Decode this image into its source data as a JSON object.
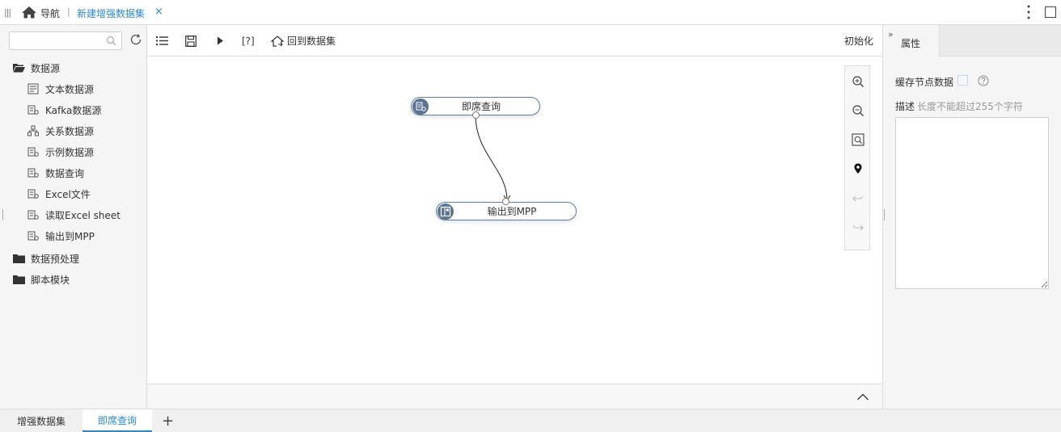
{
  "topbar": {
    "nav_label": "导航",
    "separator": "|",
    "active_tab": "新建增强数据集",
    "close_glyph": "×"
  },
  "left": {
    "search": {
      "value": "",
      "placeholder": ""
    },
    "tree": [
      {
        "label": "数据源",
        "type": "folder-open",
        "icon": "folder-open-icon"
      },
      {
        "label": "文本数据源",
        "type": "child",
        "icon": "text-datasource-icon"
      },
      {
        "label": "Kafka数据源",
        "type": "child",
        "icon": "datasource-icon"
      },
      {
        "label": "关系数据源",
        "type": "child",
        "icon": "relation-datasource-icon"
      },
      {
        "label": "示例数据源",
        "type": "child",
        "icon": "datasource-icon"
      },
      {
        "label": "数据查询",
        "type": "child",
        "icon": "datasource-icon"
      },
      {
        "label": "Excel文件",
        "type": "child",
        "icon": "datasource-icon"
      },
      {
        "label": "读取Excel sheet",
        "type": "child",
        "icon": "datasource-icon"
      },
      {
        "label": "输出到MPP",
        "type": "child",
        "icon": "datasource-icon"
      },
      {
        "label": "数据预处理",
        "type": "folder",
        "icon": "folder-icon"
      },
      {
        "label": "脚本模块",
        "type": "folder",
        "icon": "folder-icon"
      }
    ]
  },
  "toolbar": {
    "bracket_label": "[?]",
    "back_label": "回到数据集",
    "init_label": "初始化"
  },
  "canvas": {
    "nodes": [
      {
        "label": "即席查询",
        "icon": "query-node-icon"
      },
      {
        "label": "输出到MPP",
        "icon": "output-node-icon"
      }
    ]
  },
  "right": {
    "tab_chevron": "»",
    "tab_title": "属性",
    "cache_label": "缓存节点数据",
    "desc_label": "描述",
    "desc_hint": "长度不能超过255个字符",
    "desc_value": ""
  },
  "bottom_tabs": {
    "tabs": [
      "增强数据集",
      "即席查询"
    ],
    "active_index": 1,
    "add_glyph": "+"
  },
  "colors": {
    "accent": "#2a8ad4",
    "node_border": "#5a7fa8",
    "node_icon_bg": "#5b7393"
  }
}
